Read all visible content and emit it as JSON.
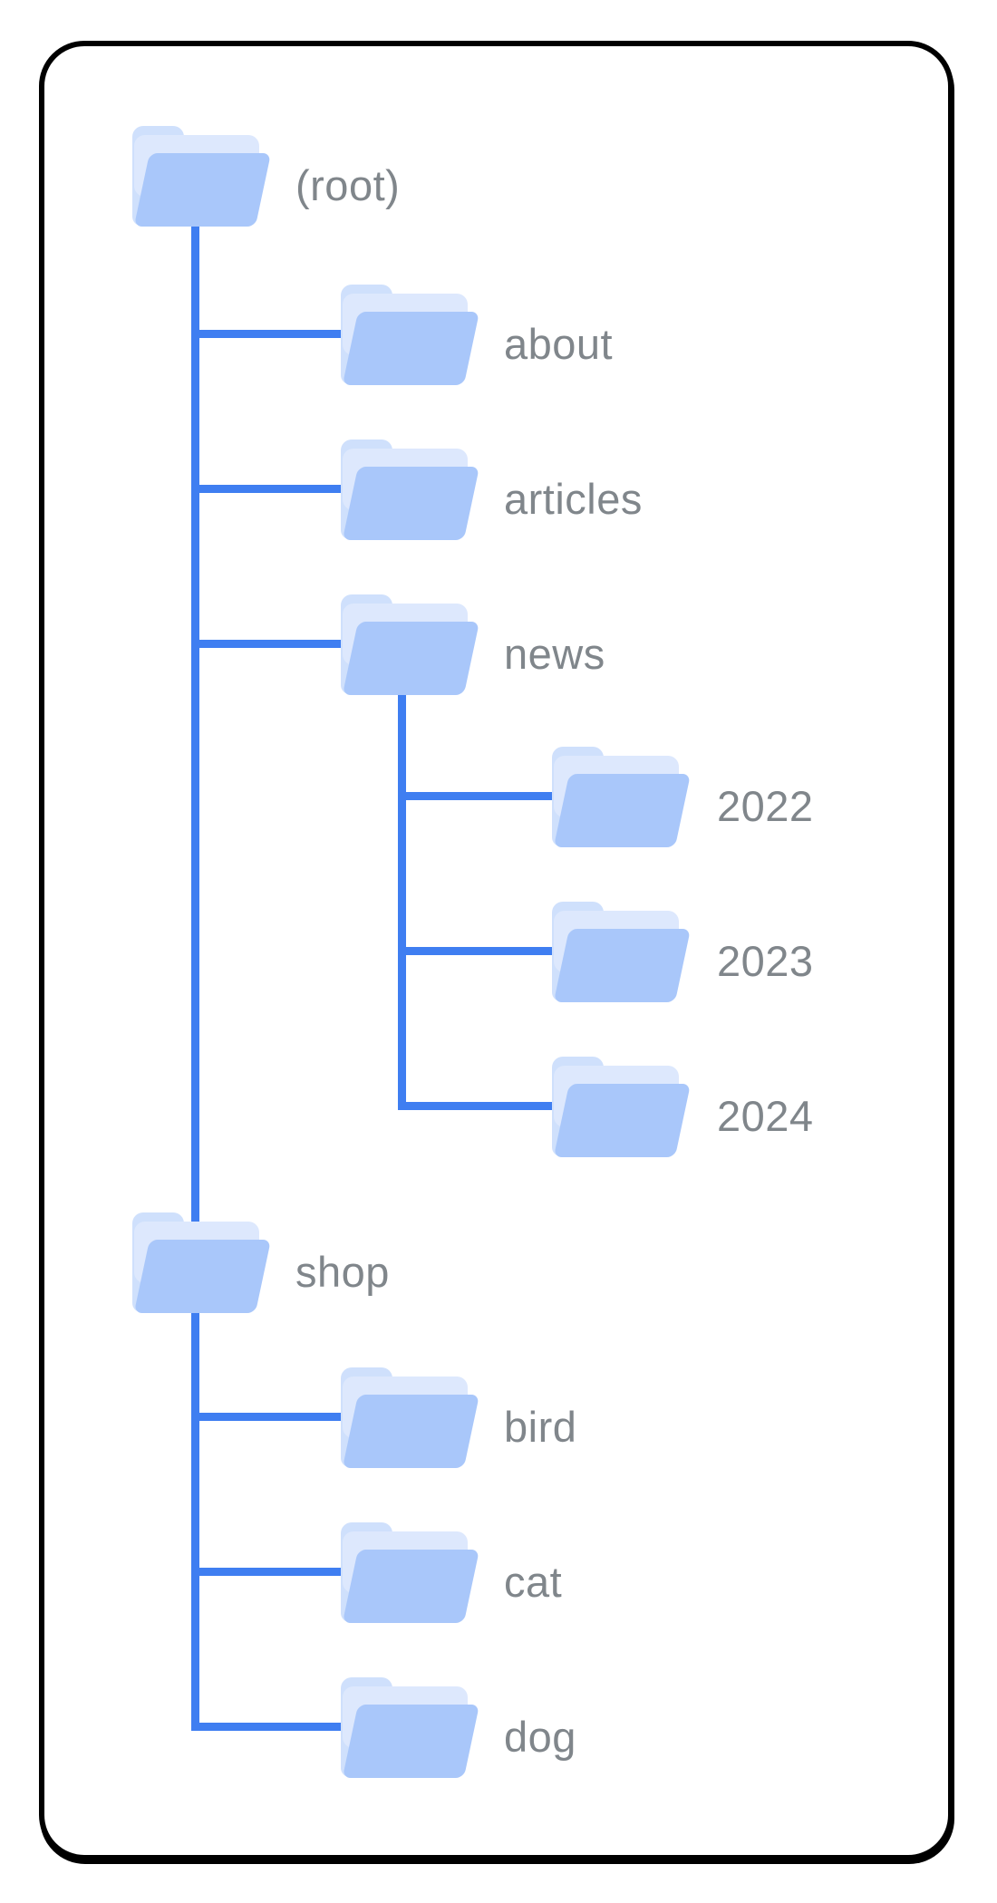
{
  "figure": {
    "kind": "site-folder-structure-diagram",
    "background": "#ffffff",
    "card_border_color": "#000000"
  },
  "colors": {
    "connector_line": "#3F7EF1",
    "folder_front": "#A9C7FA",
    "folder_back": "#CFE0FC",
    "folder_sheet": "#DDE8FD",
    "label_text": "#80868B"
  },
  "tree": {
    "nodes": [
      {
        "label": "(root)",
        "parent": "",
        "indent_level": 0
      },
      {
        "label": "about",
        "parent": "(root)",
        "indent_level": 1
      },
      {
        "label": "articles",
        "parent": "(root)",
        "indent_level": 1
      },
      {
        "label": "news",
        "parent": "(root)",
        "indent_level": 1
      },
      {
        "label": "2022",
        "parent": "news",
        "indent_level": 2
      },
      {
        "label": "2023",
        "parent": "news",
        "indent_level": 2
      },
      {
        "label": "2024",
        "parent": "news",
        "indent_level": 2
      },
      {
        "label": "shop",
        "parent": "(root)",
        "indent_level": 0
      },
      {
        "label": "bird",
        "parent": "shop",
        "indent_level": 1
      },
      {
        "label": "cat",
        "parent": "shop",
        "indent_level": 1
      },
      {
        "label": "dog",
        "parent": "shop",
        "indent_level": 1
      }
    ]
  }
}
